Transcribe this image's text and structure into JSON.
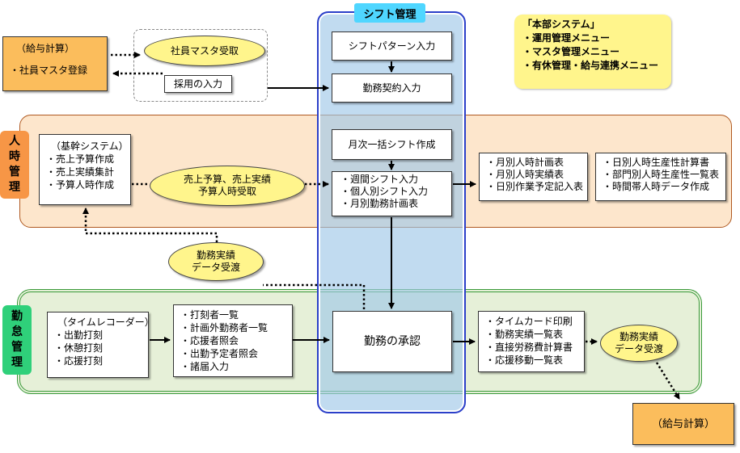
{
  "shift": {
    "title": "シフト管理"
  },
  "jinji": {
    "label": "人\n時\n管\n理"
  },
  "kintai": {
    "label": "勤\n怠\n管\n理"
  },
  "honbu": {
    "lines": [
      "「本部システム」",
      "・運用管理メニュー",
      "・マスタ管理メニュー",
      "・有休管理・給与連携メニュー"
    ]
  },
  "kyuyo_top": {
    "lines": [
      "（給与計算）",
      "・社員マスタ登録"
    ]
  },
  "shain_master": {
    "label": "社員マスタ受取"
  },
  "saiyou": {
    "label": "採用の入力"
  },
  "shift_pattern": {
    "label": "シフトパターン入力"
  },
  "kinmu_keiyaku": {
    "label": "勤務契約入力"
  },
  "getsuji": {
    "label": "月次一括シフト作成"
  },
  "weekly": {
    "lines": [
      "・週間シフト入力",
      "・個人別シフト入力",
      "・月別勤務計画表"
    ]
  },
  "kikan": {
    "lines": [
      "（基幹システム）",
      "・売上予算作成",
      "・売上実績集計",
      "・予算人時作成"
    ]
  },
  "uriage_ell": {
    "lines": [
      "売上予算、売上実績",
      "予算人時受取"
    ]
  },
  "monthly_reports": {
    "lines": [
      "・月別人時計画表",
      "・月別人時実績表",
      "・日別作業予定記入表"
    ]
  },
  "daily_reports": {
    "lines": [
      "・日別人時生産性計算書",
      "・部門別人時生産性一覧表",
      "・時間帯人時データ作成"
    ]
  },
  "kinmu_data_left": {
    "lines": [
      "勤務実績",
      "データ受渡"
    ]
  },
  "timerec": {
    "lines": [
      "（タイムレコーダー）",
      "・出勤打刻",
      "・休憩打刻",
      "・応援打刻"
    ]
  },
  "lists": {
    "lines": [
      "・打刻者一覧",
      "・計画外勤務者一覧",
      "・応援者照会",
      "・出勤予定者照会",
      "・諸届入力"
    ]
  },
  "shounin": {
    "label": "勤務の承認"
  },
  "timecard": {
    "lines": [
      "・タイムカード印刷",
      "・勤務実績一覧表",
      "・直接労務費計算書",
      "・応援移動一覧表"
    ]
  },
  "kinmu_data_right": {
    "lines": [
      "勤務実績",
      "データ受渡"
    ]
  },
  "kyuyo_bottom": {
    "label": "（給与計算）"
  },
  "colors": {
    "shift_fill": "#bcd9ef",
    "shift_border": "#2b3fc9",
    "orange_band": "#fde6cc",
    "green_band": "#e6f0d8",
    "label_orange": "#f79646",
    "label_green": "#2fd07a",
    "yellow": "#fff58c",
    "title_cyan": "#4fd6ff",
    "orange_box": "#fbbd5c"
  }
}
